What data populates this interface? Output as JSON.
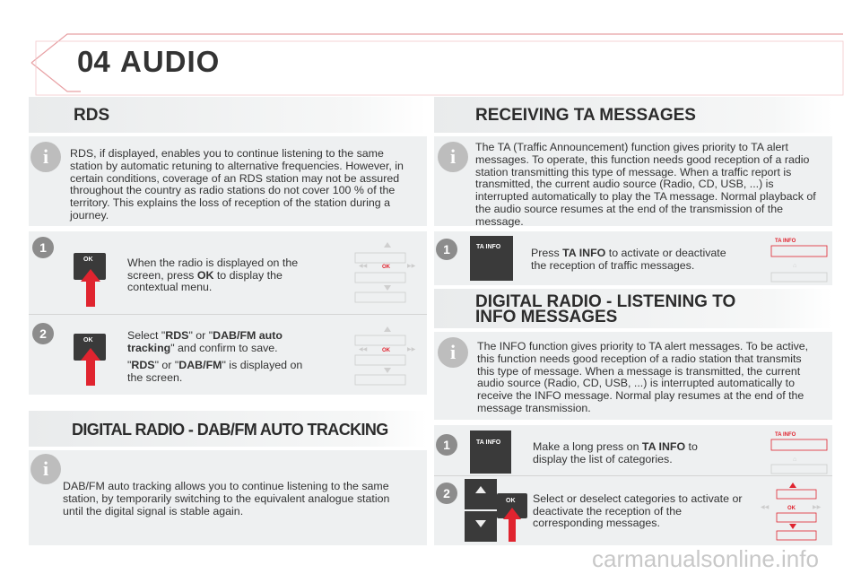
{
  "header": {
    "chapter_number": "04",
    "chapter_title": "AUDIO"
  },
  "rds": {
    "title": "RDS",
    "info": "RDS, if displayed, enables you to continue listening to the same station by automatic retuning to alternative frequencies. However, in certain conditions, coverage of an RDS station may not be assured throughout the country as radio stations do not cover 100 % of the territory. This explains the loss of reception of the station during a journey.",
    "step1": {
      "number": "1",
      "text_a": "When the radio is displayed on the screen, press ",
      "bold": "OK",
      "text_b": " to display the contextual menu."
    },
    "step2": {
      "number": "2",
      "p1_a": "Select \"",
      "p1_b1": "RDS",
      "p1_c": "\" or \"",
      "p1_b2": "DAB/FM auto tracking",
      "p1_d": "\" and confirm to save.",
      "p2_a": "\"",
      "p2_b1": "RDS",
      "p2_c": "\" or \"",
      "p2_b2": "DAB/FM",
      "p2_d": "\" is displayed on the screen."
    },
    "button_label": "OK"
  },
  "dab": {
    "title": "DIGITAL RADIO - DAB/FM AUTO TRACKING",
    "info": "DAB/FM auto tracking allows you to continue listening to the same station, by temporarily switching to the equivalent analogue station until the digital signal is stable again."
  },
  "ta": {
    "title": "RECEIVING TA MESSAGES",
    "info": "The TA (Traffic Announcement) function gives priority to TA alert messages. To operate, this function needs good reception of a radio station transmitting this type of message. When a traffic report is transmitted, the current audio source (Radio, CD, USB, ...) is interrupted automatically to play the TA message. Normal playback of the audio source resumes at the end of the transmission of the message.",
    "step1": {
      "number": "1",
      "text_a": "Press ",
      "bold": "TA INFO",
      "text_b": " to activate or deactivate the reception of traffic messages."
    },
    "button_label": "TA INFO"
  },
  "info_msgs": {
    "title_line1": "DIGITAL RADIO - LISTENING TO",
    "title_line2": "INFO MESSAGES",
    "info": "The INFO function gives priority to TA alert messages. To be active, this function needs good reception of a radio station that transmits this type of message. When a message is transmitted, the current audio source (Radio, CD, USB, ...) is interrupted automatically to receive the INFO message. Normal play resumes at the end of the message transmission.",
    "step1": {
      "number": "1",
      "text_a": "Make a long press on ",
      "bold": "TA INFO",
      "text_b": " to display the list of categories."
    },
    "step2": {
      "number": "2",
      "text": "Select or deselect categories to activate or deactivate the reception of the corresponding messages."
    },
    "button_label": "TA INFO",
    "ok_label": "OK"
  },
  "footer": {
    "watermark": "carmanualsonline.info"
  },
  "colors": {
    "accent_red": "#e0242f",
    "panel": "#eef0f1",
    "badge": "#8c8c8c"
  }
}
